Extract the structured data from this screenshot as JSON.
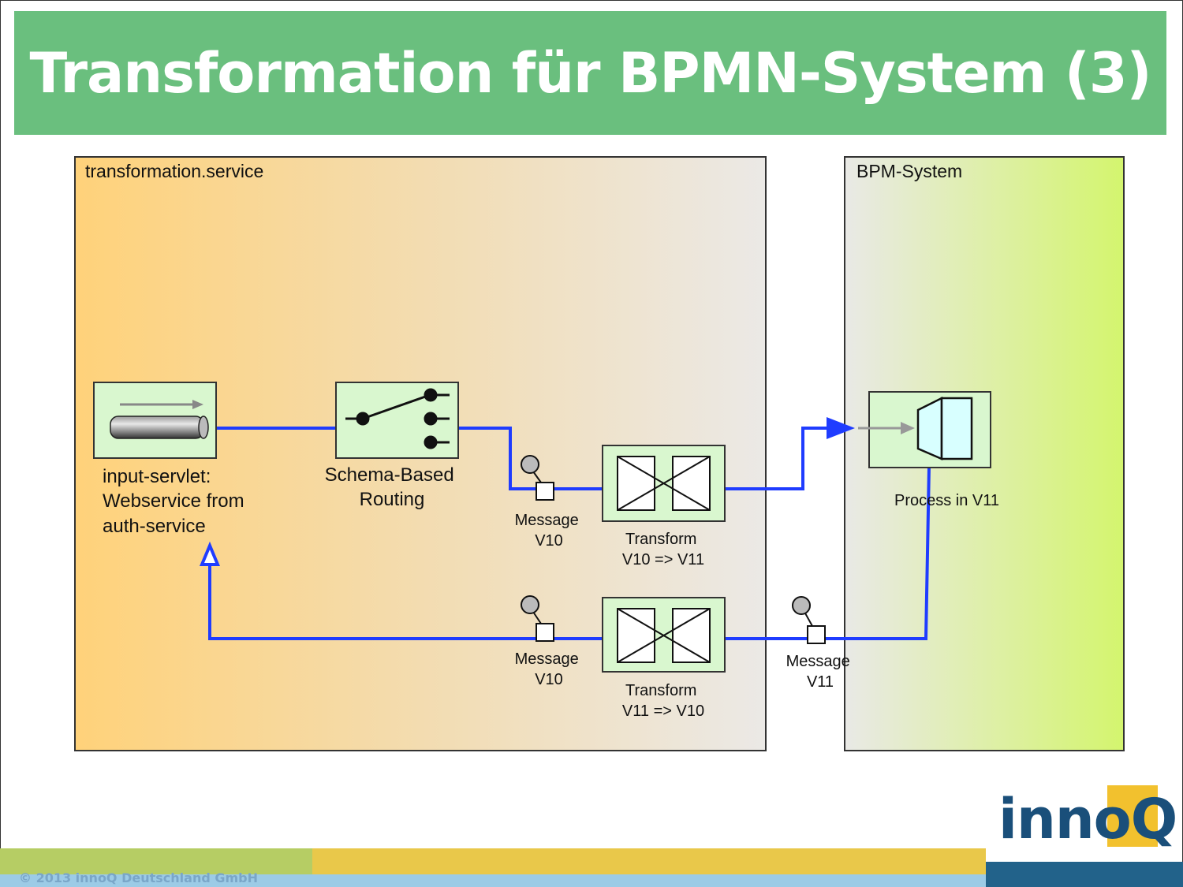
{
  "title": "Transformation für BPMN-System (3)",
  "containers": {
    "transformation": "transformation.service",
    "bpm": "BPM-System"
  },
  "components": {
    "input_servlet": [
      "input-servlet:",
      "Webservice from",
      "auth-service"
    ],
    "routing": [
      "Schema-Based",
      "Routing"
    ],
    "transform_top": [
      "Transform",
      "V10 => V11"
    ],
    "transform_bottom": [
      "Transform",
      "V11 => V10"
    ],
    "process": "Process in V11"
  },
  "messages": {
    "top": [
      "Message",
      "V10"
    ],
    "bottom_left": [
      "Message",
      "V10"
    ],
    "bottom_right": [
      "Message",
      "V11"
    ]
  },
  "logo": "innoQ",
  "copyright": "© 2013 innoQ Deutschland GmbH",
  "colors": {
    "header": "#6abf7e",
    "connector": "#1f3cff",
    "component_fill": "#d9f7cf"
  }
}
